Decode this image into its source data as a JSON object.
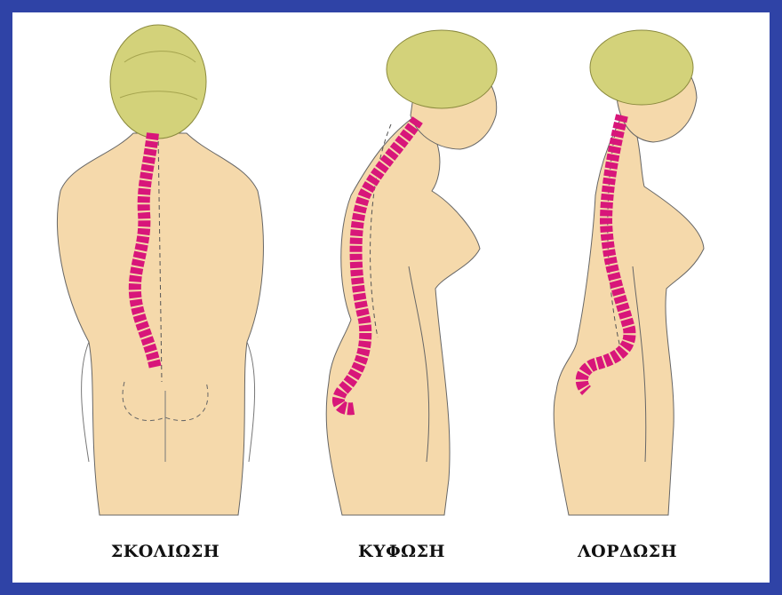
{
  "figures": [
    {
      "label": "ΣΚΟΛΙΩΣΗ"
    },
    {
      "label": "ΚΥΦΩΣΗ"
    },
    {
      "label": "ΛΟΡΔΩΣΗ"
    }
  ],
  "colors": {
    "frame": "#2f43a6",
    "skin": "#f5d9ab",
    "hair": "#d3d27a",
    "spine": "#d8167a",
    "outline": "#555555"
  }
}
